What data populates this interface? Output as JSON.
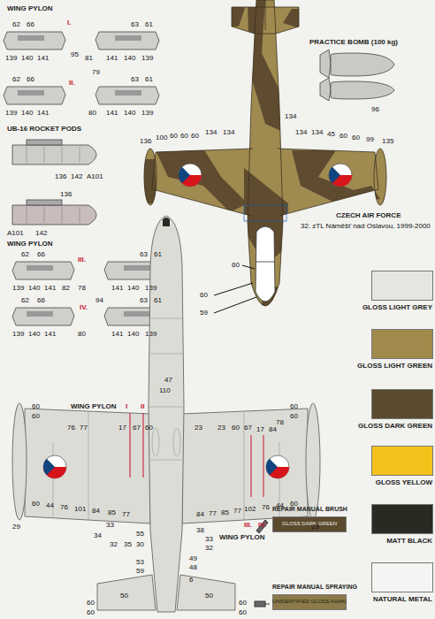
{
  "diagram": {
    "labels": [
      "WING PYLON",
      "62",
      "66",
      "I.",
      "63",
      "61",
      "139",
      "140",
      "141",
      "95",
      "81",
      "141",
      "140",
      "139",
      "79",
      "62",
      "66",
      "II.",
      "63",
      "61",
      "139",
      "140",
      "141",
      "80",
      "141",
      "140",
      "139",
      "UB-16 ROCKET PODS",
      "136",
      "142",
      "A101",
      "136",
      "A101",
      "142",
      "WING PYLON",
      "62",
      "66",
      "III.",
      "63",
      "61",
      "139",
      "140",
      "141",
      "82",
      "78",
      "141",
      "140",
      "139",
      "62",
      "66",
      "94",
      "63",
      "61",
      "IV.",
      "139",
      "140",
      "141",
      "80",
      "141",
      "140",
      "139",
      "PRACTICE BOMB (100 kg)",
      "96",
      "136",
      "100",
      "60",
      "60",
      "60",
      "134",
      "134",
      "134",
      "134",
      "134",
      "45",
      "60",
      "60",
      "99",
      "135",
      "CZECH AIR FORCE",
      "32. zTL Náměšť nad Oslavou, 1999-2000",
      "60",
      "60",
      "59",
      "47",
      "110",
      "WING PYLON",
      "I",
      "II",
      "60",
      "60",
      "76",
      "77",
      "17",
      "67",
      "60",
      "23",
      "23",
      "60",
      "67",
      "17",
      "84",
      "78",
      "60",
      "60",
      "29",
      "60",
      "44",
      "76",
      "101",
      "84",
      "85",
      "77",
      "33",
      "34",
      "32",
      "35",
      "55",
      "30",
      "38",
      "33",
      "32",
      "84",
      "77",
      "85",
      "77",
      "102",
      "76",
      "44",
      "60",
      "29",
      "III.",
      "IV.",
      "WING PYLON",
      "53",
      "59",
      "49",
      "48",
      "6",
      "50",
      "50",
      "60",
      "60",
      "60",
      "60",
      "GLOSS DARK GREEN",
      "UNIDENTIFIED GLOSS KHAKI"
    ],
    "legend": [
      {
        "text": "GLOSS LIGHT GREY",
        "color": "#e6e5df"
      },
      {
        "text": "GLOSS LIGHT GREEN",
        "color": "#a08a4c"
      },
      {
        "text": "GLOSS DARK GREEN",
        "color": "#5a4a2e"
      },
      {
        "text": "GLOSS YELLOW",
        "color": "#f4c21a"
      },
      {
        "text": "MATT BLACK",
        "color": "#2a2a22"
      },
      {
        "text": "NATURAL METAL",
        "color": "#f4f4f2"
      },
      {
        "text": "REPAIR MANUAL BRUSH",
        "color": "#5a4a2e"
      },
      {
        "text": "REPAIR MANUAL SPRAYING",
        "color": "#8c7a4a"
      }
    ]
  }
}
